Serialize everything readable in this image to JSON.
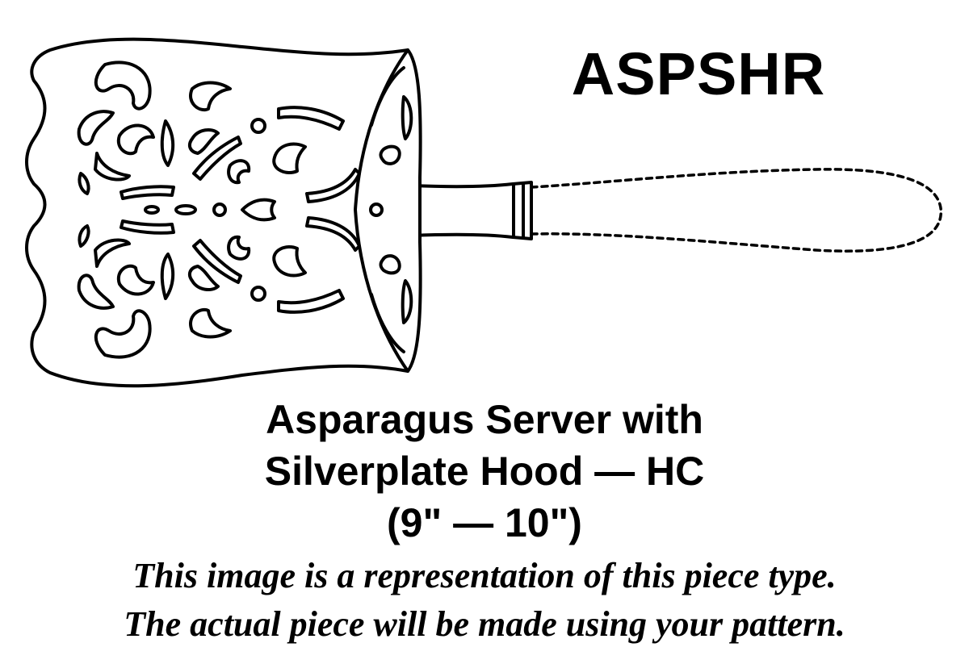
{
  "product": {
    "code": "ASPSHR",
    "title_lines": [
      "Asparagus Server with",
      "Silverplate Hood — HC",
      "(9\" — 10\")"
    ],
    "disclaimer_lines": [
      "This image is a representation of this piece type.",
      "The actual piece will be made using your pattern."
    ]
  },
  "illustration": {
    "icon": "asparagus-server-drawing",
    "stroke_color": "#000000",
    "fill_color": "#ffffff"
  }
}
